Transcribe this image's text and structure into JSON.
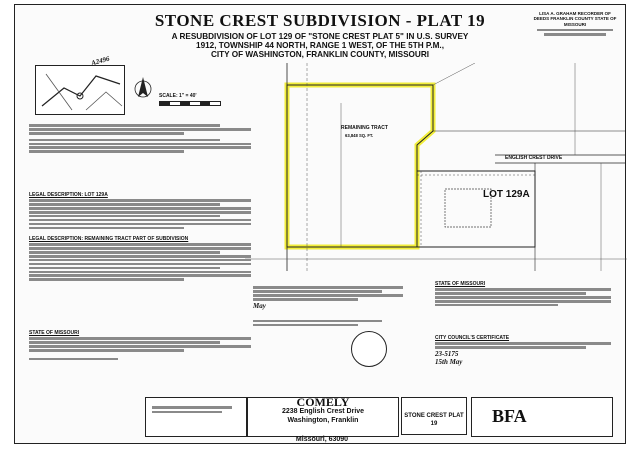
{
  "plat": {
    "title": "STONE CREST SUBDIVISION - PLAT 19",
    "subtitle_lines": [
      "A RESUBDIVISION OF LOT 129 OF \"STONE CREST PLAT 5\" IN U.S. SURVEY",
      "1912, TOWNSHIP 44 NORTH, RANGE 1 WEST, OF THE 5TH P.M.,",
      "CITY OF WASHINGTON, FRANKLIN COUNTY, MISSOURI"
    ],
    "recorder_stamp": "LISA A. GRAHAM RECORDER OF DEEDS FRANKLIN COUNTY STATE OF MISSOURI"
  },
  "map": {
    "scale_label": "SCALE: 1\" = 40'",
    "remaining_tract": "REMAINING TRACT",
    "remaining_tract_area": "63,848 SQ. FT.",
    "lot_label": "LOT 129A",
    "street_label": "ENGLISH CREST DRIVE",
    "handwritten_id": "A2496"
  },
  "sections": {
    "legal_lot": "LEGAL DESCRIPTION: LOT 129A",
    "legal_remaining": "LEGAL DESCRIPTION: REMAINING TRACT PART OF SUBDIVISION",
    "state_left": "STATE OF MISSOURI",
    "state_right": "STATE OF MISSOURI",
    "city_approval": "CITY COUNCIL'S CERTIFICATE",
    "date_may": "May",
    "date_signed": "15th May",
    "ordinance_no": "23-5175"
  },
  "footer": {
    "owner": "COMELY",
    "address_lines": [
      "2238 English Crest Drive",
      "Washington, Franklin",
      "Missouri, 63090"
    ],
    "sheet_label": "STONE CREST PLAT 19",
    "firm": "BFA"
  },
  "colors": {
    "highlight": "#f2ee3a",
    "ink": "#111111",
    "gray_text": "#8a8a8a"
  }
}
